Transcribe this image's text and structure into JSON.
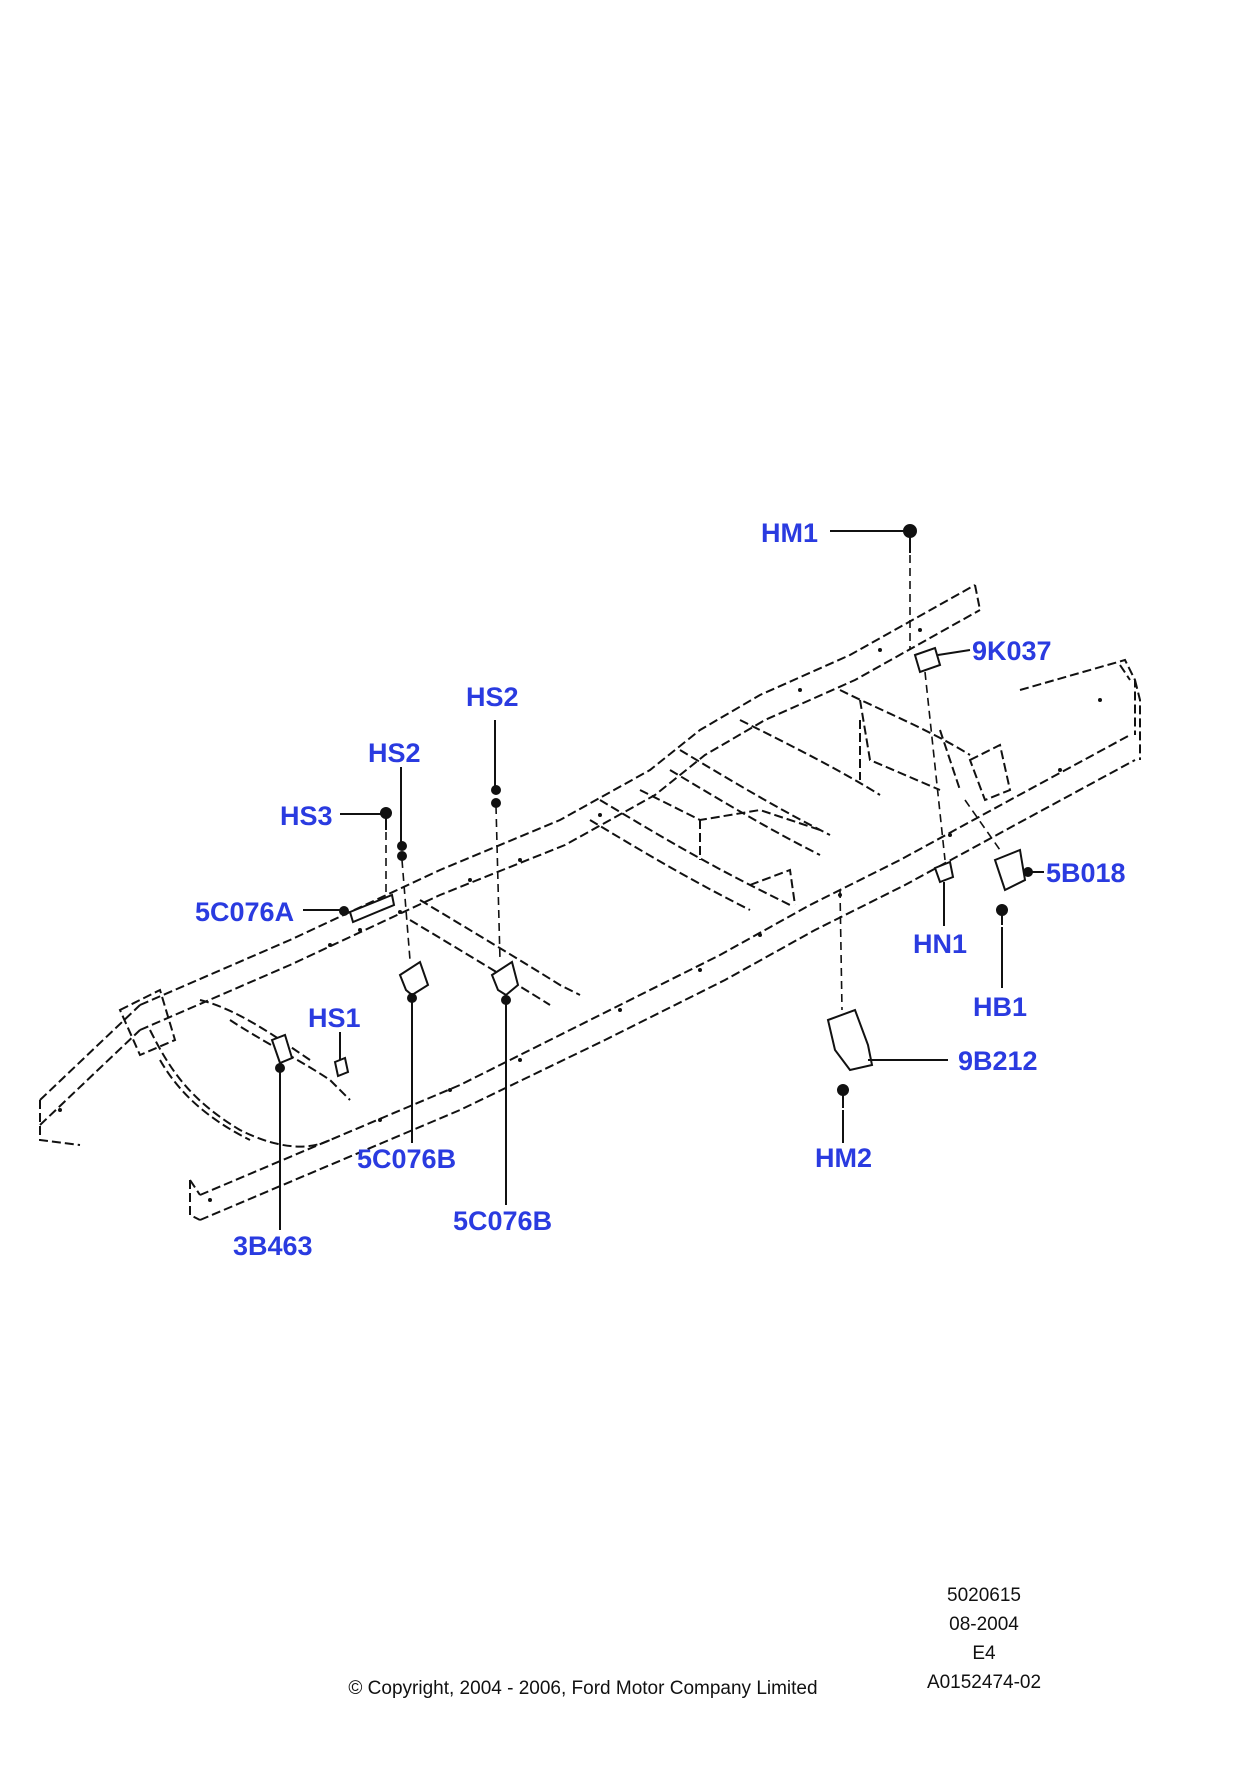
{
  "colors": {
    "callout": "#2a3be0",
    "line": "#111111",
    "background": "#ffffff"
  },
  "callouts": [
    {
      "id": "HM1",
      "text": "HM1"
    },
    {
      "id": "9K037",
      "text": "9K037"
    },
    {
      "id": "HS2_a",
      "text": "HS2"
    },
    {
      "id": "HS2_b",
      "text": "HS2"
    },
    {
      "id": "HS3",
      "text": "HS3"
    },
    {
      "id": "5C076A",
      "text": "5C076A"
    },
    {
      "id": "5B018",
      "text": "5B018"
    },
    {
      "id": "HN1",
      "text": "HN1"
    },
    {
      "id": "HB1",
      "text": "HB1"
    },
    {
      "id": "HS1",
      "text": "HS1"
    },
    {
      "id": "9B212",
      "text": "9B212"
    },
    {
      "id": "5C076B_a",
      "text": "5C076B"
    },
    {
      "id": "5C076B_b",
      "text": "5C076B"
    },
    {
      "id": "HM2",
      "text": "HM2"
    },
    {
      "id": "3B463",
      "text": "3B463"
    }
  ],
  "reference": {
    "number": "5020615",
    "date": "08-2004",
    "code": "E4",
    "illustration_id": "A0152474-02"
  },
  "copyright": "© Copyright, 2004 - 2006, Ford Motor Company Limited"
}
